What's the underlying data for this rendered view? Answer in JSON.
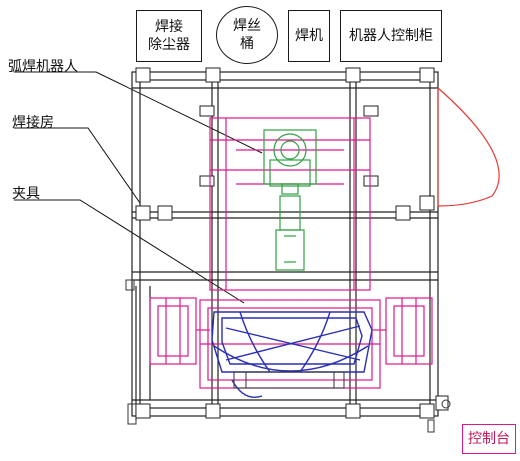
{
  "equipment_labels": {
    "dust_collector_line1": "焊接",
    "dust_collector_line2": "除尘器",
    "wire_drum_line1": "焊丝",
    "wire_drum_line2": "桶",
    "welder": "焊机",
    "robot_cabinet": "机器人控制柜",
    "control_console": "控制台"
  },
  "callouts": {
    "arc_welding_robot": "弧焊机器人",
    "welding_room": "焊接房",
    "fixture": "夹具"
  },
  "colors": {
    "frame": "#222222",
    "fixture": "#e0178a",
    "fixture_wire": "#2b2fb5",
    "robot": "#2ea043",
    "door_arc": "#e53935"
  }
}
